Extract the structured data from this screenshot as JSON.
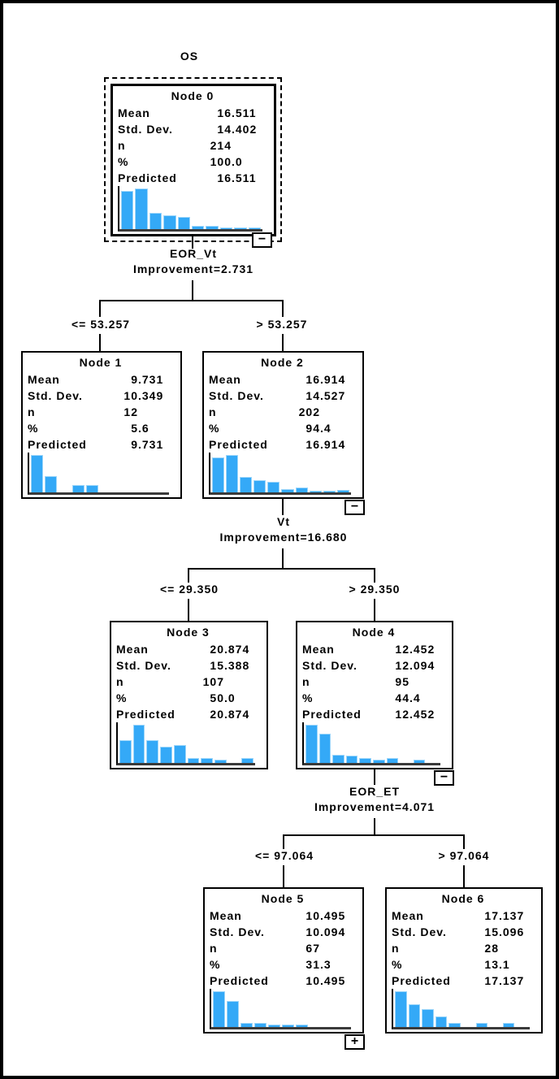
{
  "title": "OS",
  "accent_color": "#34a9f7",
  "nodes": [
    {
      "name": "Node 0",
      "stats": [
        {
          "label": "Mean",
          "value": "16.511"
        },
        {
          "label": "Std. Dev.",
          "value": "14.402"
        },
        {
          "label": "n",
          "value": "214"
        },
        {
          "label": "%",
          "value": "100.0"
        },
        {
          "label": "Predicted",
          "value": "16.511"
        }
      ],
      "histogram": [
        0.95,
        1,
        0.4,
        0.33,
        0.29,
        0.06,
        0.06,
        0.03,
        0.03,
        0.03
      ],
      "control": "−"
    },
    {
      "name": "Node 1",
      "stats": [
        {
          "label": "Mean",
          "value": "9.731"
        },
        {
          "label": "Std. Dev.",
          "value": "10.349"
        },
        {
          "label": "n",
          "value": "12"
        },
        {
          "label": "%",
          "value": "5.6"
        },
        {
          "label": "Predicted",
          "value": "9.731"
        }
      ],
      "histogram": [
        1,
        0.43,
        0,
        0.17,
        0.17,
        0,
        0,
        0,
        0,
        0
      ]
    },
    {
      "name": "Node 2",
      "stats": [
        {
          "label": "Mean",
          "value": "16.914"
        },
        {
          "label": "Std. Dev.",
          "value": "14.527"
        },
        {
          "label": "n",
          "value": "202"
        },
        {
          "label": "%",
          "value": "94.4"
        },
        {
          "label": "Predicted",
          "value": "16.914"
        }
      ],
      "histogram": [
        0.93,
        1,
        0.4,
        0.3,
        0.27,
        0.06,
        0.12,
        0.03,
        0.03,
        0.04
      ],
      "control": "−"
    },
    {
      "name": "Node 3",
      "stats": [
        {
          "label": "Mean",
          "value": "20.874"
        },
        {
          "label": "Std. Dev.",
          "value": "15.388"
        },
        {
          "label": "n",
          "value": "107"
        },
        {
          "label": "%",
          "value": "50.0"
        },
        {
          "label": "Predicted",
          "value": "20.874"
        }
      ],
      "histogram": [
        0.58,
        1,
        0.58,
        0.42,
        0.45,
        0.1,
        0.1,
        0.06,
        0,
        0.1
      ]
    },
    {
      "name": "Node 4",
      "stats": [
        {
          "label": "Mean",
          "value": "12.452"
        },
        {
          "label": "Std. Dev.",
          "value": "12.094"
        },
        {
          "label": "n",
          "value": "95"
        },
        {
          "label": "%",
          "value": "44.4"
        },
        {
          "label": "Predicted",
          "value": "12.452"
        }
      ],
      "histogram": [
        1,
        0.77,
        0.2,
        0.18,
        0.1,
        0.07,
        0.1,
        0,
        0.06,
        0
      ],
      "control": "−"
    },
    {
      "name": "Node 5",
      "stats": [
        {
          "label": "Mean",
          "value": "10.495"
        },
        {
          "label": "Std. Dev.",
          "value": "10.094"
        },
        {
          "label": "n",
          "value": "67"
        },
        {
          "label": "%",
          "value": "31.3"
        },
        {
          "label": "Predicted",
          "value": "10.495"
        }
      ],
      "histogram": [
        1,
        0.72,
        0.09,
        0.09,
        0.04,
        0.04,
        0.04,
        0,
        0,
        0
      ],
      "control": "+"
    },
    {
      "name": "Node 6",
      "stats": [
        {
          "label": "Mean",
          "value": "17.137"
        },
        {
          "label": "Std. Dev.",
          "value": "15.096"
        },
        {
          "label": "n",
          "value": "28"
        },
        {
          "label": "%",
          "value": "13.1"
        },
        {
          "label": "Predicted",
          "value": "17.137"
        }
      ],
      "histogram": [
        1,
        0.63,
        0.49,
        0.27,
        0.09,
        0,
        0.09,
        0,
        0.09,
        0
      ]
    }
  ],
  "splits": [
    {
      "variable": "EOR_Vt",
      "improvement": "Improvement=2.731",
      "left": "<= 53.257",
      "right": "> 53.257"
    },
    {
      "variable": "Vt",
      "improvement": "Improvement=16.680",
      "left": "<= 29.350",
      "right": "> 29.350"
    },
    {
      "variable": "EOR_ET",
      "improvement": "Improvement=4.071",
      "left": "<= 97.064",
      "right": "> 97.064"
    }
  ]
}
